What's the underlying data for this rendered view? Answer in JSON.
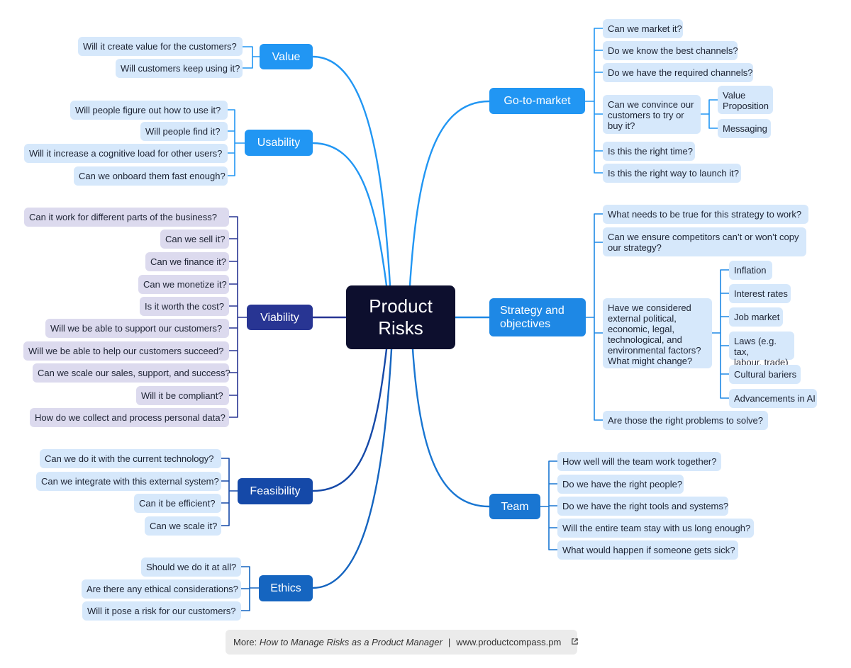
{
  "center_title": "Product\nRisks",
  "branches": {
    "value": {
      "label": "Value",
      "color": "#2196f3",
      "leaves": [
        "Will it create value for the customers?",
        "Will customers keep using it?"
      ]
    },
    "usability": {
      "label": "Usability",
      "color": "#2196f3",
      "leaves": [
        "Will people figure out how to use it?",
        "Will people find it?",
        "Will it increase a cognitive load for other users?",
        "Can we onboard them fast enough?"
      ]
    },
    "viability": {
      "label": "Viability",
      "color": "#283593",
      "leaves": [
        "Can it work for different parts of the business?",
        "Can we sell it?",
        "Can we finance it?",
        "Can we monetize it?",
        "Is it worth the cost?",
        "Will we be able to support our customers?",
        "Will we be able to help our customers succeed?",
        "Can we scale our sales, support, and success?",
        "Will it be compliant?",
        "How do we collect and process personal data?"
      ]
    },
    "feasibility": {
      "label": "Feasibility",
      "color": "#1549a8",
      "leaves": [
        "Can we do it with the current technology?",
        "Can we integrate with this external system?",
        "Can it be efficient?",
        "Can we scale it?"
      ]
    },
    "ethics": {
      "label": "Ethics",
      "color": "#1565c0",
      "leaves": [
        "Should we do it at all?",
        "Are there any ethical considerations?",
        "Will it pose a risk for our customers?"
      ]
    },
    "gtm": {
      "label": "Go-to-market",
      "color": "#2196f3",
      "leaves": [
        "Can we market it?",
        "Do we know the best channels?",
        "Do we have the required channels?",
        "Can we convince our\ncustomers to try or\nbuy it?",
        "Is this the right time?",
        "Is this the right way to launch it?"
      ],
      "sub_leaves": [
        "Value\nProposition",
        "Messaging"
      ]
    },
    "strategy": {
      "label": "Strategy and\nobjectives",
      "color": "#1e88e5",
      "leaves": [
        "What needs to be true for this strategy to work?",
        "Can we ensure competitors can’t or won’t copy\nour strategy?",
        "Have we considered\nexternal political,\neconomic, legal,\ntechnological, and\nenvironmental factors?\nWhat might change?",
        "Are those the right problems to solve?"
      ],
      "sub_leaves": [
        "Inflation",
        "Interest rates",
        "Job market",
        "Laws (e.g. tax,\nlabour, trade)",
        "Cultural bariers",
        "Advancements in AI"
      ]
    },
    "team": {
      "label": "Team",
      "color": "#1976d2",
      "leaves": [
        "How well will the team work together?",
        "Do we have the right people?",
        "Do we have the right tools and systems?",
        "Will the entire team stay with us long enough?",
        "What would happen if someone gets sick?"
      ]
    }
  },
  "footer": {
    "prefix": "More:",
    "title": "How to Manage Risks as a Product Manager",
    "separator": "|",
    "url": "www.productcompass.pm",
    "link_icon": "external-link-icon"
  }
}
